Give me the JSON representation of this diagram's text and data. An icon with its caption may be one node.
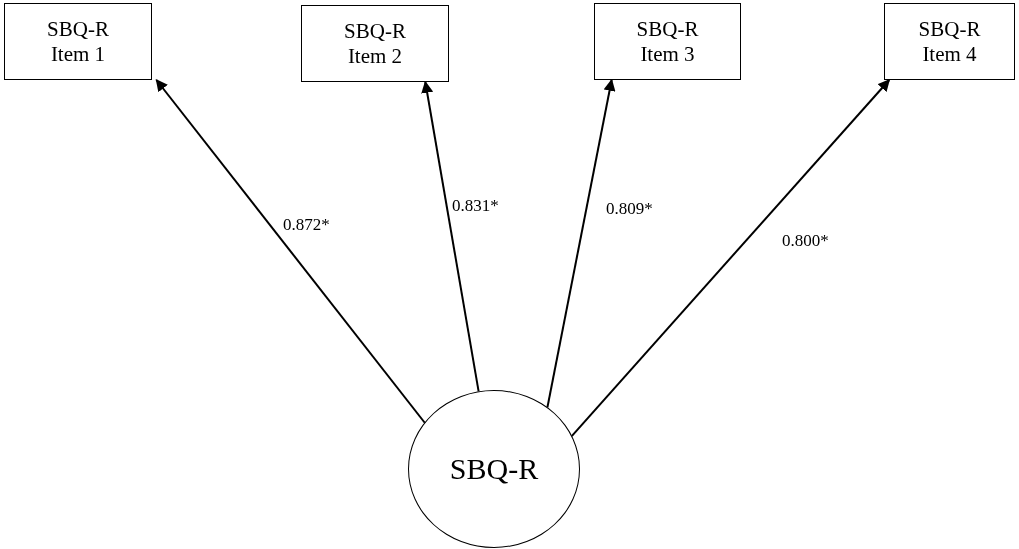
{
  "diagram": {
    "nodes": [
      {
        "text": [
          "SBQ-R Item 1"
        ]
      },
      {
        "text": [
          "SBQ-R Item 2"
        ]
      },
      {
        "text": [
          "SBQ-R Item 3"
        ]
      },
      {
        "text": [
          "SBQ-R Item 4"
        ]
      },
      {
        "text": [
          "SBQ-R"
        ]
      }
    ],
    "edges": [
      {
        "from": 4,
        "to": 0,
        "arrow": "to",
        "label": "0.872*"
      },
      {
        "from": 4,
        "to": 1,
        "arrow": "to",
        "label": "0.831*"
      },
      {
        "from": 4,
        "to": 2,
        "arrow": "to",
        "label": "0.809*"
      },
      {
        "from": 4,
        "to": 3,
        "arrow": "to",
        "label": "0.800*"
      }
    ]
  }
}
